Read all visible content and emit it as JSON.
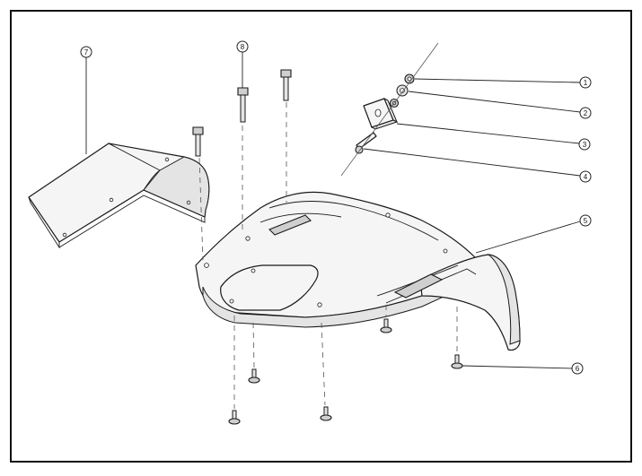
{
  "callouts": [
    {
      "id": "callout-1",
      "label": "1",
      "part": "nut"
    },
    {
      "id": "callout-2",
      "label": "2",
      "part": "washer"
    },
    {
      "id": "callout-3",
      "label": "3",
      "part": "square-plate"
    },
    {
      "id": "callout-4",
      "label": "4",
      "part": "bolt"
    },
    {
      "id": "callout-5",
      "label": "5",
      "part": "deflector-body"
    },
    {
      "id": "callout-6",
      "label": "6",
      "part": "flange-screw"
    },
    {
      "id": "callout-7",
      "label": "7",
      "part": "bent-bracket"
    },
    {
      "id": "callout-8",
      "label": "8",
      "part": "long-bolt"
    }
  ],
  "colors": {
    "line": "#1a1a1a",
    "dash": "#555555",
    "fill": "#f5f5f5"
  }
}
